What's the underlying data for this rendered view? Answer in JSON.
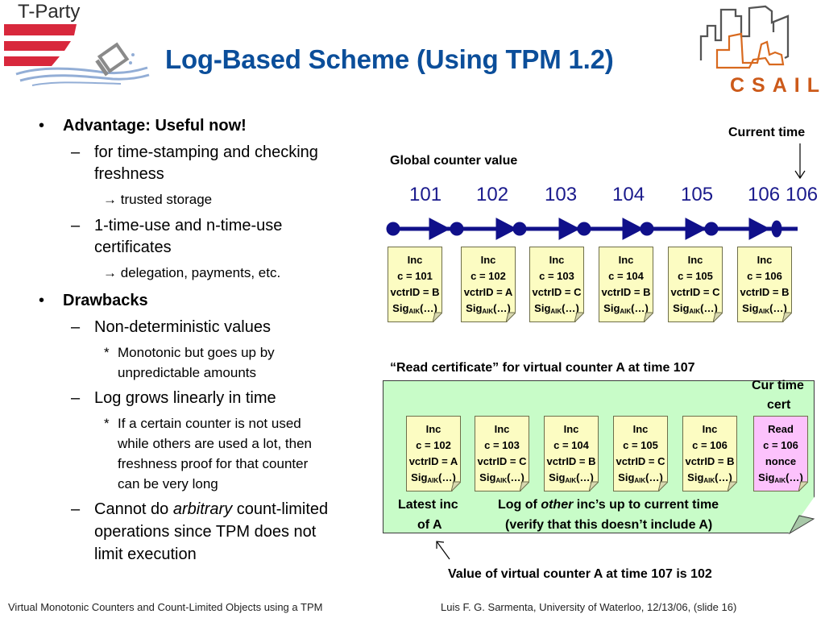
{
  "header": {
    "title": "Log-Based Scheme (Using TPM 1.2)",
    "left_logo": {
      "text": "T-Party",
      "icon": "t-party-logo-icon",
      "stripe_color": "#d8283c",
      "wave_color": "#93aed6"
    },
    "right_logo": {
      "text": "CSAIL",
      "icon": "csail-logo-icon",
      "gray": "#555555",
      "orange": "#d8691e"
    }
  },
  "bullets": [
    {
      "level": 1,
      "marker": "•",
      "text": "Advantage: Useful now!"
    },
    {
      "level": 2,
      "marker": "–",
      "text": "for time-stamping and checking"
    },
    {
      "level": 2,
      "marker": "",
      "text": "freshness"
    },
    {
      "level": 3,
      "marker": "→",
      "text": "trusted storage"
    },
    {
      "level": 2,
      "marker": "–",
      "text": "1-time-use and n-time-use"
    },
    {
      "level": 2,
      "marker": "",
      "text": "certificates"
    },
    {
      "level": 3,
      "marker": "→",
      "text": "delegation, payments, etc."
    },
    {
      "level": 1,
      "marker": "•",
      "text": "Drawbacks"
    },
    {
      "level": 2,
      "marker": "–",
      "text": "Non-deterministic values"
    },
    {
      "level": 4,
      "marker": "*",
      "text": "Monotonic but goes up by"
    },
    {
      "level": 4,
      "marker": "",
      "text": "unpredictable amounts"
    },
    {
      "level": 2,
      "marker": "–",
      "text": "Log grows linearly in time"
    },
    {
      "level": 4,
      "marker": "*",
      "text": "If a certain counter is not used"
    },
    {
      "level": 4,
      "marker": "",
      "text": "while others are used a lot, then"
    },
    {
      "level": 4,
      "marker": "",
      "text": "freshness proof for that counter"
    },
    {
      "level": 4,
      "marker": "",
      "text": "can be very long"
    },
    {
      "level": 2,
      "marker": "–",
      "text_before": "Cannot do ",
      "text_italic": "arbitrary",
      "text_after": " count-limited"
    },
    {
      "level": 2,
      "marker": "",
      "text": "operations since TPM does not"
    },
    {
      "level": 2,
      "marker": "",
      "text": "limit execution"
    }
  ],
  "timeline": {
    "label": "Global counter value",
    "current_time_label": "Current time",
    "values": [
      "101",
      "102",
      "103",
      "104",
      "105",
      "106",
      "106"
    ],
    "line_color": "#10108a"
  },
  "log_certs": [
    {
      "type": "Inc",
      "c": "c = 101",
      "vctr": "vctrID = B",
      "sig": "Sig",
      "sub": "AIK",
      "args": "(…)"
    },
    {
      "type": "Inc",
      "c": "c = 102",
      "vctr": "vctrID = A",
      "sig": "Sig",
      "sub": "AIK",
      "args": "(…)"
    },
    {
      "type": "Inc",
      "c": "c = 103",
      "vctr": "vctrID = C",
      "sig": "Sig",
      "sub": "AIK",
      "args": "(…)"
    },
    {
      "type": "Inc",
      "c": "c = 104",
      "vctr": "vctrID = B",
      "sig": "Sig",
      "sub": "AIK",
      "args": "(…)"
    },
    {
      "type": "Inc",
      "c": "c = 105",
      "vctr": "vctrID = C",
      "sig": "Sig",
      "sub": "AIK",
      "args": "(…)"
    },
    {
      "type": "Inc",
      "c": "c = 106",
      "vctr": "vctrID = B",
      "sig": "Sig",
      "sub": "AIK",
      "args": "(…)"
    }
  ],
  "read_certificate": {
    "title": "“Read certificate” for virtual counter A at time 107",
    "cur_time_label_1": "Cur time",
    "cur_time_label_2": "cert",
    "certs": [
      {
        "type": "Inc",
        "c": "c = 102",
        "vctr": "vctrID = A",
        "sig": "Sig",
        "sub": "AIK",
        "args": "(…)"
      },
      {
        "type": "Inc",
        "c": "c = 103",
        "vctr": "vctrID = C",
        "sig": "Sig",
        "sub": "AIK",
        "args": "(…)"
      },
      {
        "type": "Inc",
        "c": "c = 104",
        "vctr": "vctrID = B",
        "sig": "Sig",
        "sub": "AIK",
        "args": "(…)"
      },
      {
        "type": "Inc",
        "c": "c = 105",
        "vctr": "vctrID = C",
        "sig": "Sig",
        "sub": "AIK",
        "args": "(…)"
      },
      {
        "type": "Inc",
        "c": "c = 106",
        "vctr": "vctrID = B",
        "sig": "Sig",
        "sub": "AIK",
        "args": "(…)"
      },
      {
        "type": "Read",
        "c": "c = 106",
        "vctr": "nonce",
        "sig": "Sig",
        "sub": "AIK",
        "args": "(…)"
      }
    ],
    "latest_inc_1": "Latest inc",
    "latest_inc_2": "of A",
    "log_note_before": "Log of ",
    "log_note_italic": "other",
    "log_note_after": " inc’s up to current time",
    "log_note_2": "(verify that this doesn’t include A)",
    "box_color": "#c8fcc8",
    "cert_color": "#fcfcc2",
    "read_cert_color": "#fcc2fc"
  },
  "conclusion": "Value of virtual counter A at time 107 is 102",
  "footer": {
    "left": "Virtual Monotonic Counters and Count-Limited Objects using a TPM",
    "right": "Luis F. G. Sarmenta, University of Waterloo, 12/13/06, (slide 16)"
  }
}
